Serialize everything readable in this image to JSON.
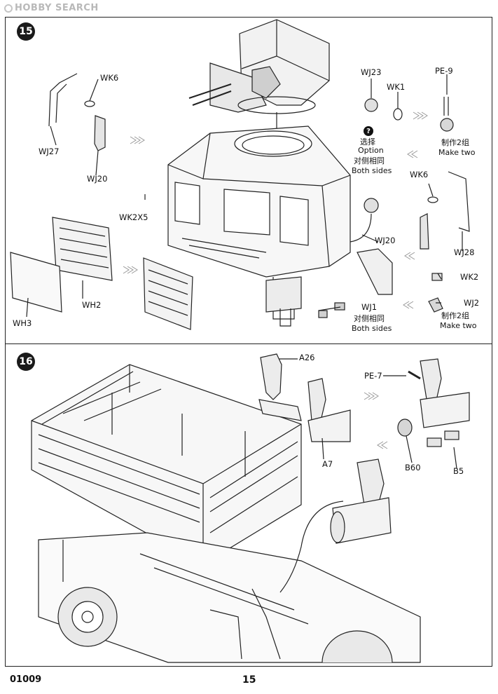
{
  "watermark": {
    "text": "HOBBY SEARCH"
  },
  "footer": {
    "code": "01009",
    "page_number": "15"
  },
  "step15": {
    "number": "15",
    "labels": {
      "wk6_left": "WK6",
      "wj27": "WJ27",
      "wj20_left": "WJ20",
      "wk2x5": "WK2X5",
      "wh2": "WH2",
      "wh3": "WH3",
      "wj23": "WJ23",
      "wk1": "WK1",
      "pe9": "PE-9",
      "make_two_cn_1": "制作2组",
      "make_two_en_1": "Make two",
      "option_cn": "选择",
      "option_en": "Option",
      "both_sides_cn_1": "对侧相同",
      "both_sides_en_1": "Both sides",
      "wk6_right": "WK6",
      "wj20_right": "WJ20",
      "wj28": "WJ28",
      "wk2": "WK2",
      "wj2": "WJ2",
      "make_two_cn_2": "制作2组",
      "make_two_en_2": "Make two",
      "wj1": "WJ1",
      "both_sides_cn_2": "对侧相同",
      "both_sides_en_2": "Both sides"
    }
  },
  "step16": {
    "number": "16",
    "labels": {
      "a26": "A26",
      "a7": "A7",
      "pe7": "PE-7",
      "b60": "B60",
      "b5": "B5"
    }
  },
  "icons": {
    "option_icon": "question-mark-icon"
  }
}
